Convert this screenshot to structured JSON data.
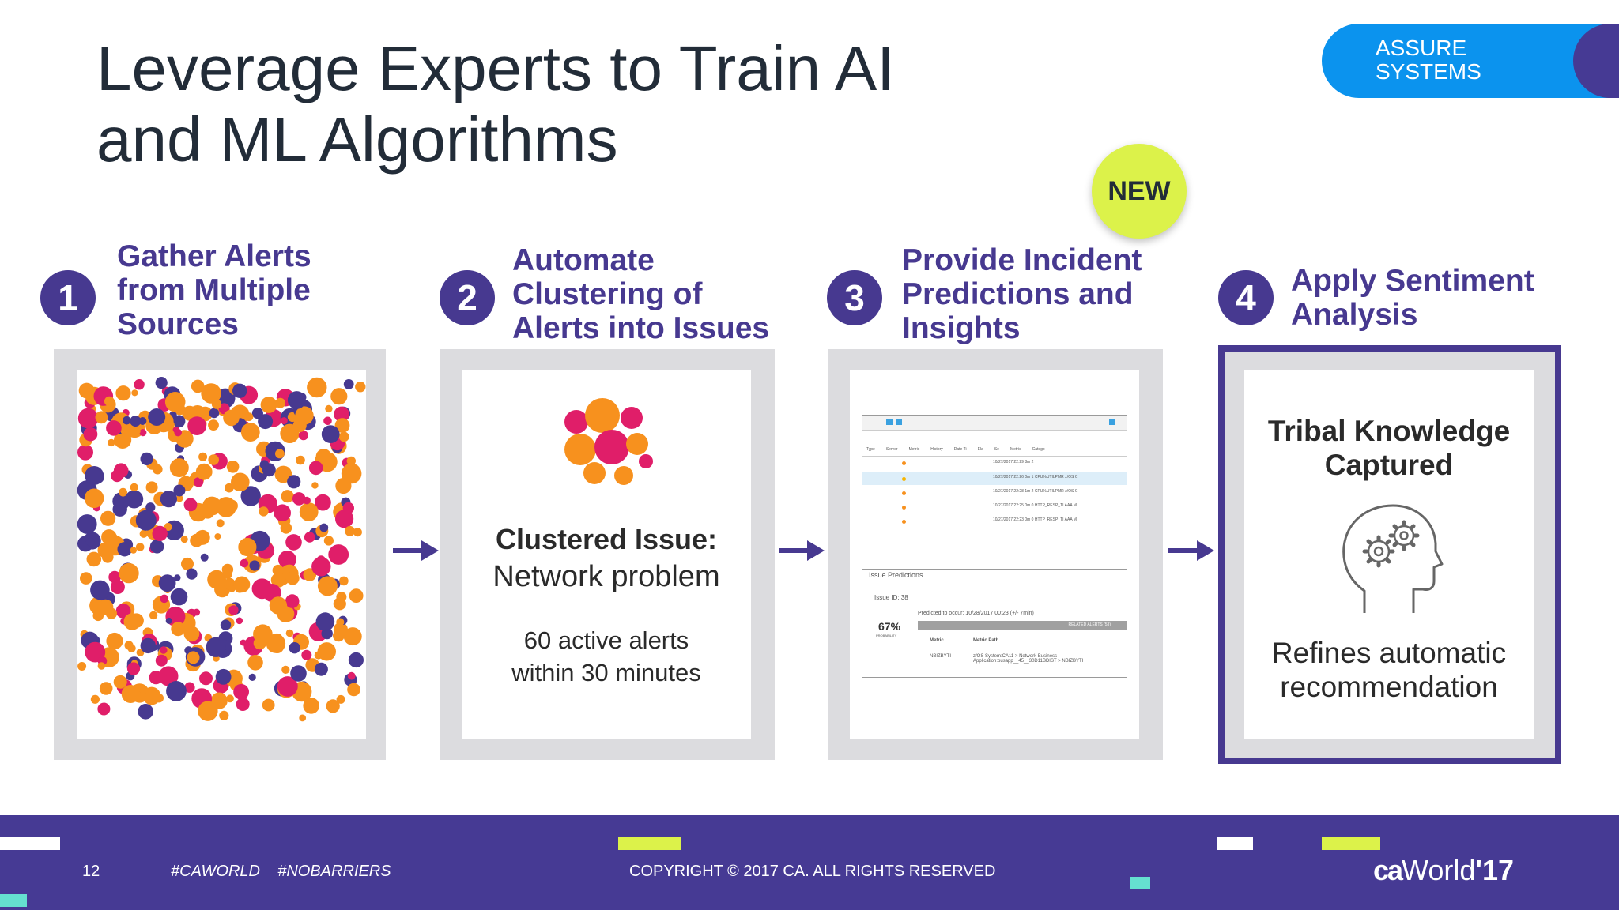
{
  "title_lines": [
    "Leverage Experts to Train AI",
    "and ML Algorithms"
  ],
  "badge": {
    "line1": "ASSURE",
    "line2": "SYSTEMS"
  },
  "new_label": "NEW",
  "steps": [
    {
      "number": "1",
      "title": [
        "Gather Alerts",
        "from Multiple",
        "Sources"
      ]
    },
    {
      "number": "2",
      "title": [
        "Automate",
        "Clustering of",
        "Alerts into Issues"
      ]
    },
    {
      "number": "3",
      "title": [
        "Provide Incident",
        "Predictions and",
        "Insights"
      ]
    },
    {
      "number": "4",
      "title": [
        "Apply Sentiment",
        "Analysis"
      ]
    }
  ],
  "panel2": {
    "heading": "Clustered Issue:",
    "subheading": "Network problem",
    "detail_lines": [
      "60 active alerts",
      "within 30 minutes"
    ]
  },
  "panel3": {
    "table_header": [
      "Type",
      "Server",
      "Metric",
      "History",
      "Date Ti",
      "Ela",
      "Se",
      "Metric",
      "Catego"
    ],
    "rows": [
      [
        "10/27/2017 22:29",
        "8m",
        "2"
      ],
      [
        "10/27/2017 22:26",
        "0m",
        "1",
        "CPU%UTILPMR",
        "z/OS C"
      ],
      [
        "10/27/2017 22:28",
        "1m",
        "2",
        "CPU%UTILPMR",
        "z/OS C"
      ],
      [
        "10/27/2017 22:25",
        "0m",
        "0",
        "HTTP_RESP_TI",
        "AAA M"
      ],
      [
        "10/27/2017 22:23",
        "0m",
        "0",
        "HTTP_RESP_TI",
        "AAA M"
      ]
    ],
    "predictions_title": "Issue Predictions",
    "issue_id": "Issue ID: 38",
    "predicted": "Predicted to occur: 10/28/2017 00:23 (+/- 7min)",
    "probability": "67%",
    "probability_label": "PROBABILITY",
    "related_alerts": "RELATED ALERTS (53)",
    "metric_header": "Metric",
    "metric_path_header": "Metric Path",
    "metric_value": "NBIZBYTI",
    "metric_path_value": [
      "z/OS System:CA11 > Network Business",
      "Application:busapp__45__30D11BDIST > NBIZBYTI"
    ]
  },
  "panel4": {
    "heading_lines": [
      "Tribal Knowledge",
      "Captured"
    ],
    "caption_lines": [
      "Refines automatic",
      "recommendation"
    ]
  },
  "footer": {
    "page_number": "12",
    "hashtags": "#CAWORLD    #NOBARRIERS",
    "copyright": "COPYRIGHT © 2017 CA. ALL RIGHTS RESERVED",
    "logo_ca": "ca",
    "logo_world": "World",
    "logo_year": "'17"
  },
  "colors": {
    "purple": "#473990",
    "orange": "#f7911e",
    "magenta": "#e01e69",
    "lime": "#dcf24a",
    "blue": "#0b93ee"
  }
}
